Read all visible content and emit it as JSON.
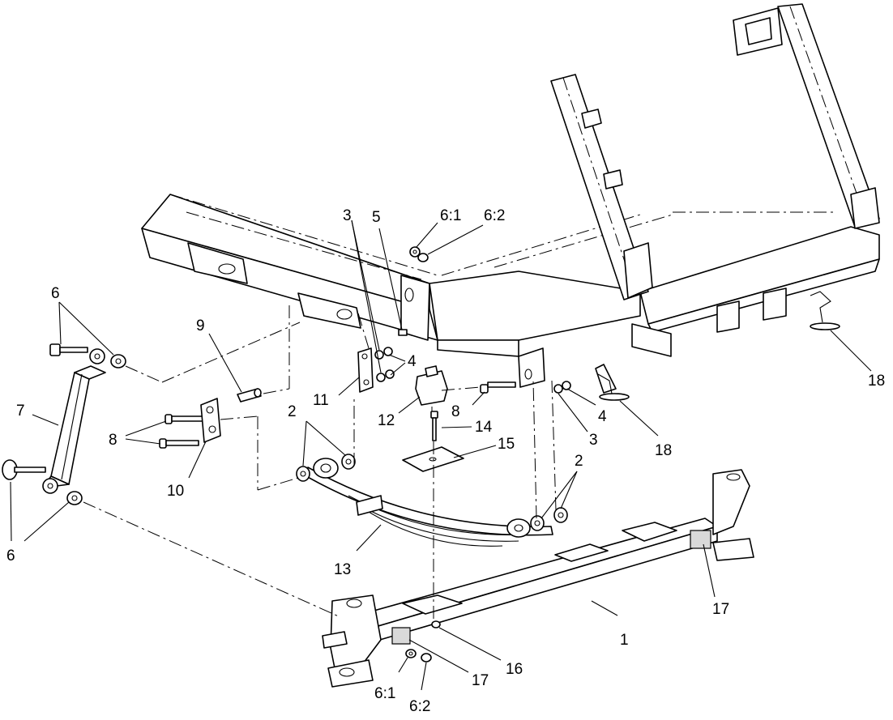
{
  "callouts": [
    {
      "id": "c1",
      "text": "1"
    },
    {
      "id": "c2a",
      "text": "2"
    },
    {
      "id": "c2b",
      "text": "2"
    },
    {
      "id": "c3a",
      "text": "3"
    },
    {
      "id": "c3b",
      "text": "3"
    },
    {
      "id": "c4a",
      "text": "4"
    },
    {
      "id": "c4b",
      "text": "4"
    },
    {
      "id": "c5",
      "text": "5"
    },
    {
      "id": "c6a",
      "text": "6"
    },
    {
      "id": "c6b",
      "text": "6"
    },
    {
      "id": "c61a",
      "text": "6:1"
    },
    {
      "id": "c62a",
      "text": "6:2"
    },
    {
      "id": "c61b",
      "text": "6:1"
    },
    {
      "id": "c62b",
      "text": "6:2"
    },
    {
      "id": "c7",
      "text": "7"
    },
    {
      "id": "c8a",
      "text": "8"
    },
    {
      "id": "c8b",
      "text": "8"
    },
    {
      "id": "c9",
      "text": "9"
    },
    {
      "id": "c10",
      "text": "10"
    },
    {
      "id": "c11",
      "text": "11"
    },
    {
      "id": "c12",
      "text": "12"
    },
    {
      "id": "c13",
      "text": "13"
    },
    {
      "id": "c14",
      "text": "14"
    },
    {
      "id": "c15",
      "text": "15"
    },
    {
      "id": "c16",
      "text": "16"
    },
    {
      "id": "c17a",
      "text": "17"
    },
    {
      "id": "c17b",
      "text": "17"
    },
    {
      "id": "c18a",
      "text": "18"
    },
    {
      "id": "c18b",
      "text": "18"
    }
  ],
  "colors": {
    "line": "#000000",
    "background": "#ffffff",
    "shade": "#d9d9d9"
  }
}
